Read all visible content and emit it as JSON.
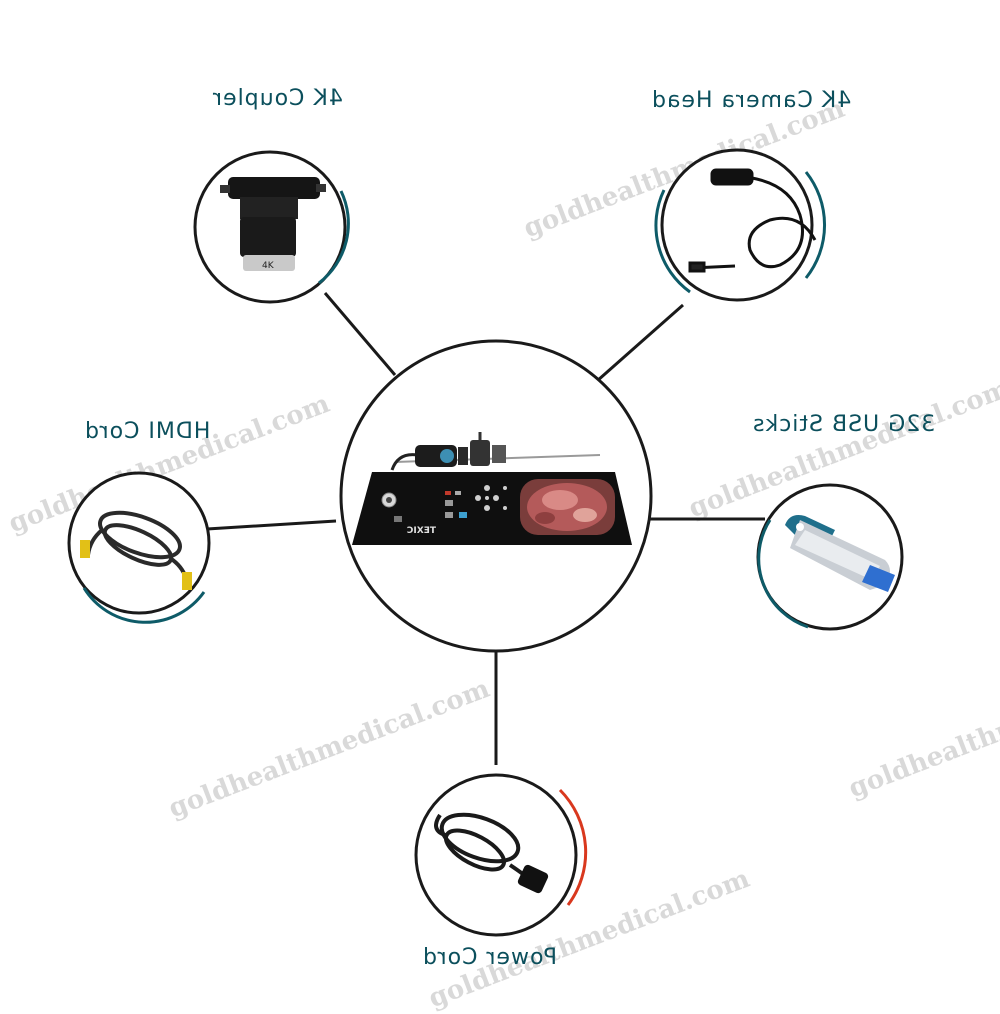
{
  "labels": {
    "coupler": "4K Coupler",
    "camera_head": "4K Camera Head",
    "hdmi": "HDMI Cord",
    "usb": "32G USB Sticks",
    "power": "Power Cord"
  },
  "watermark": "goldhealthmedical.com",
  "device_brand": "TEXIC",
  "colors": {
    "label_text": "#0b4f5c",
    "accent_teal": "#0e5b68",
    "accent_red": "#d9381e",
    "circle_stroke": "#1a1a1a",
    "watermark": "#d9d9d9"
  }
}
